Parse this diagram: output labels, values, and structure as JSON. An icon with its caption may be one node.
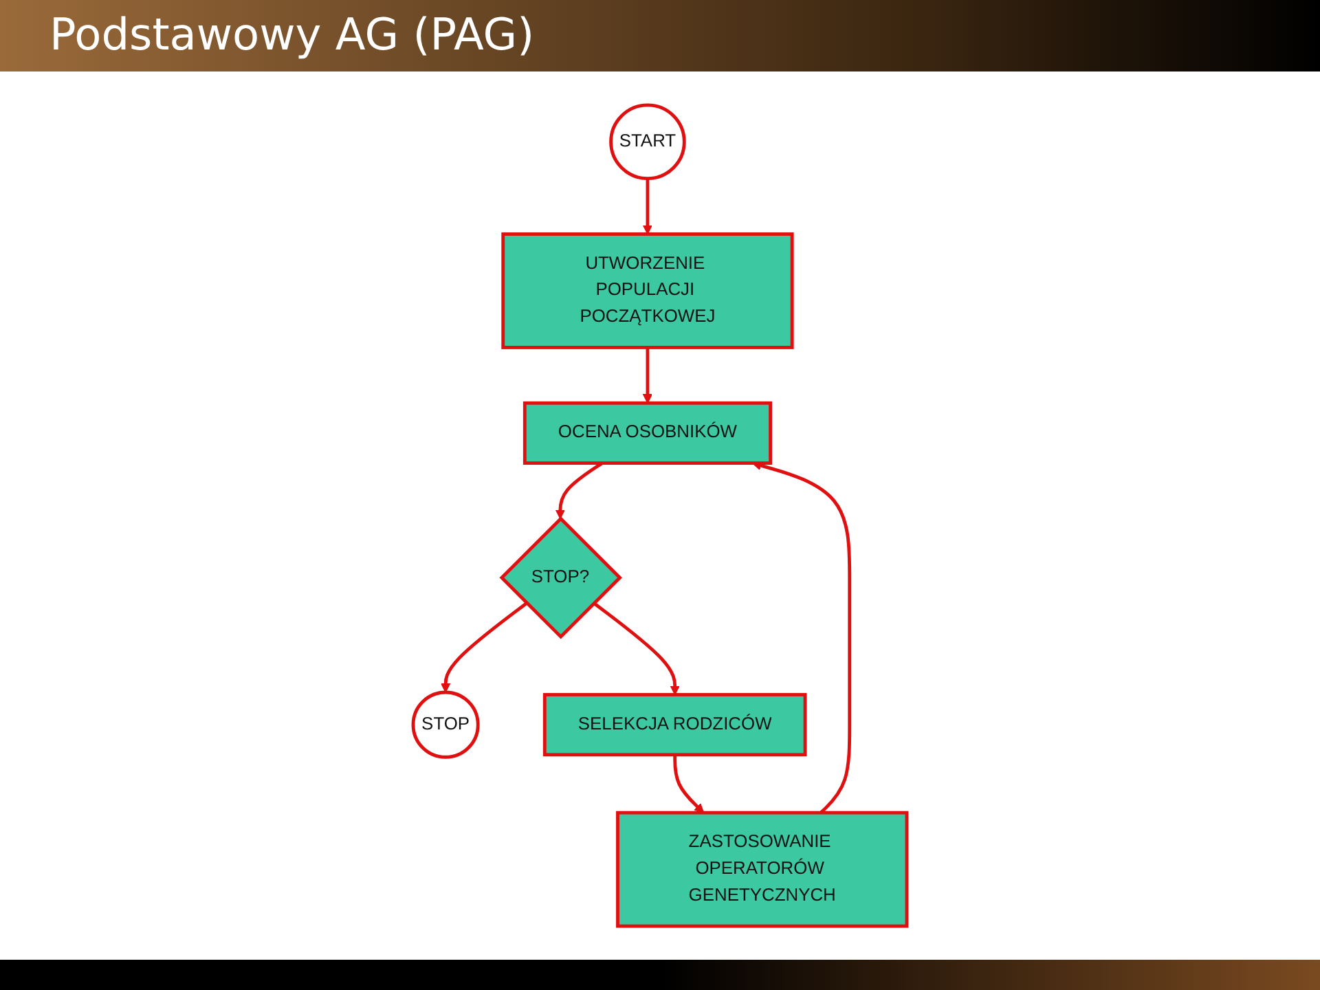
{
  "diagram": {
    "title": "Podstawowy AG (PAG)",
    "nodes": [
      {
        "text": [
          "START"
        ]
      },
      {
        "text": [
          "UTWORZENIE POPULACJI POCZĄTKOWEJ"
        ]
      },
      {
        "text": [
          "OCENA OSOBNIKÓW"
        ]
      },
      {
        "text": [
          "STOP?"
        ]
      },
      {
        "text": [
          "STOP"
        ]
      },
      {
        "text": [
          "SELEKCJA RODZICÓW"
        ]
      },
      {
        "text": [
          "ZASTOSOWANIE OPERATORÓW GENETYCZNYCH"
        ]
      }
    ],
    "edges": [
      {
        "from": 0,
        "to": 1,
        "arrow": "to"
      },
      {
        "from": 1,
        "to": 2,
        "arrow": "to"
      },
      {
        "from": 2,
        "to": 3,
        "arrow": "to"
      },
      {
        "from": 3,
        "to": 4,
        "arrow": "to"
      },
      {
        "from": 3,
        "to": 5,
        "arrow": "to"
      },
      {
        "from": 5,
        "to": 6,
        "arrow": "to"
      },
      {
        "from": 6,
        "to": 2,
        "arrow": "to"
      }
    ]
  }
}
